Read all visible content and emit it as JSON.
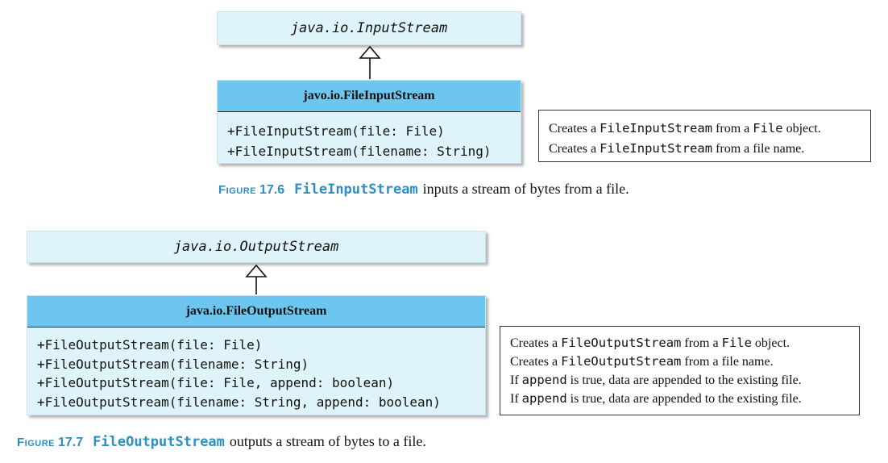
{
  "figure1": {
    "parent": "java.io.InputStream",
    "class_name": "javo.io.FileInputStream",
    "methods": [
      "+FileInputStream(file: File)",
      "+FileInputStream(filename: String)"
    ],
    "notes": [
      {
        "pre": "Creates a ",
        "code1": "FileInputStream",
        "mid": " from a ",
        "code2": "File",
        "post": " object."
      },
      {
        "pre": "Creates a ",
        "code1": "FileInputStream",
        "mid": " from a file name.",
        "code2": "",
        "post": ""
      }
    ],
    "caption": {
      "label": "Figure",
      "number": "17.6",
      "code": "FileInputStream",
      "text": "inputs a stream of bytes from a file."
    }
  },
  "figure2": {
    "parent": "java.io.OutputStream",
    "class_name": "java.io.FileOutputStream",
    "methods": [
      "+FileOutputStream(file: File)",
      "+FileOutputStream(filename: String)",
      "+FileOutputStream(file: File, append: boolean)",
      "+FileOutputStream(filename: String, append: boolean)"
    ],
    "notes": [
      {
        "pre": "Creates a ",
        "code1": "FileOutputStream",
        "mid": " from a ",
        "code2": "File",
        "post": " object."
      },
      {
        "pre": "Creates a ",
        "code1": "FileOutputStream",
        "mid": " from a file name.",
        "code2": "",
        "post": ""
      },
      {
        "pre": "If ",
        "code1": "append",
        "mid": " is true, data are appended to the existing file.",
        "code2": "",
        "post": ""
      },
      {
        "pre": "If ",
        "code1": "append",
        "mid": " is true, data are appended to the existing file.",
        "code2": "",
        "post": ""
      }
    ],
    "caption": {
      "label": "Figure",
      "number": "17.7",
      "code": "FileOutputStream",
      "text": "outputs a stream of bytes to a file."
    }
  },
  "colors": {
    "class_header": "#6cc6ef",
    "class_body": "#dff3fb",
    "caption_accent": "#2b8fc4"
  }
}
